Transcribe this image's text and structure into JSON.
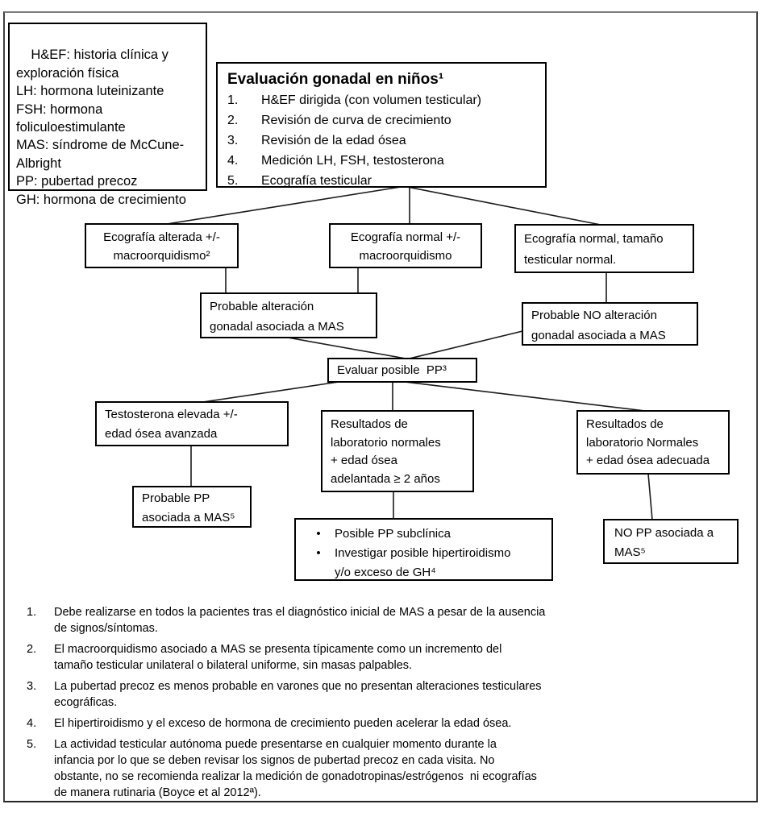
{
  "page": {
    "background": "#ffffff",
    "frame_border_color": "#3f3f3f",
    "box_border_color": "#000000",
    "connector_color": "#1a1a1a"
  },
  "legend_box": {
    "text": "H&EF: historia clínica y\nexploración física\nLH: hormona luteinizante\nFSH: hormona\nfoliculoestimulante\nMAS: síndrome de McCune-\nAlbright\nPP: pubertad precoz\nGH: hormona de crecimiento"
  },
  "main_box": {
    "title": "Evaluación gonadal en niños¹",
    "items": [
      {
        "n": "1.",
        "t": "H&EF dirigida (con volumen testicular)"
      },
      {
        "n": "2.",
        "t": "Revisión de curva de crecimiento"
      },
      {
        "n": "3.",
        "t": "Revisión de la edad ósea"
      },
      {
        "n": "4.",
        "t": "Medición LH, FSH, testosterona"
      },
      {
        "n": "5.",
        "t": "Ecografía testicular"
      }
    ]
  },
  "nodes": {
    "eco_alterada": "Ecografía alterada +/-\nmacroorquidismo²",
    "eco_normal_macro": "Ecografía normal +/-\nmacroorquidismo",
    "eco_normal_tamano": "Ecografía normal, tamaño\ntesticular normal.",
    "prob_alteracion": "Probable alteración\ngonadal asociada a MAS",
    "prob_no_alteracion": "Probable NO alteración\ngonadal asociada a MAS",
    "evaluar_pp": "Evaluar posible  PP³",
    "testosterona": "Testosterona elevada +/-\nedad ósea avanzada",
    "lab_adelantada": "Resultados de\nlaboratorio normales\n+ edad ósea\nadelantada ≥ 2 años",
    "lab_adecuada": "Resultados de\nlaboratorio Normales\n+ edad ósea adecuada",
    "probable_pp": "Probable PP\nasociada a MAS⁵",
    "no_pp": "NO PP asociada a\nMAS⁵"
  },
  "bullet_box": {
    "marker": "•",
    "items": [
      "Posible PP subclínica",
      "Investigar posible hipertiroidismo\ny/o exceso de GH⁴"
    ]
  },
  "footnotes": [
    {
      "n": "1.",
      "t": "Debe realizarse en todos la pacientes tras el diagnóstico inicial de MAS a pesar de la ausencia\nde signos/síntomas."
    },
    {
      "n": "2.",
      "t": "El macroorquidismo asociado a MAS se presenta típicamente como un incremento del\ntamaño testicular unilateral o bilateral uniforme, sin masas palpables."
    },
    {
      "n": "3.",
      "t": "La pubertad precoz es menos probable en varones que no presentan alteraciones testiculares\necográficas."
    },
    {
      "n": "4.",
      "t": "El hipertiroidismo y el exceso de hormona de crecimiento pueden acelerar la edad ósea."
    },
    {
      "n": "5.",
      "t": "La actividad testicular autónoma puede presentarse en cualquier momento durante la\ninfancia por lo que se deben revisar los signos de pubertad precoz en cada visita. No\nobstante, no se recomienda realizar la medición de gonadotropinas/estrógenos  ni ecografías\nde manera rutinaria (Boyce et al 2012ª)."
    }
  ]
}
